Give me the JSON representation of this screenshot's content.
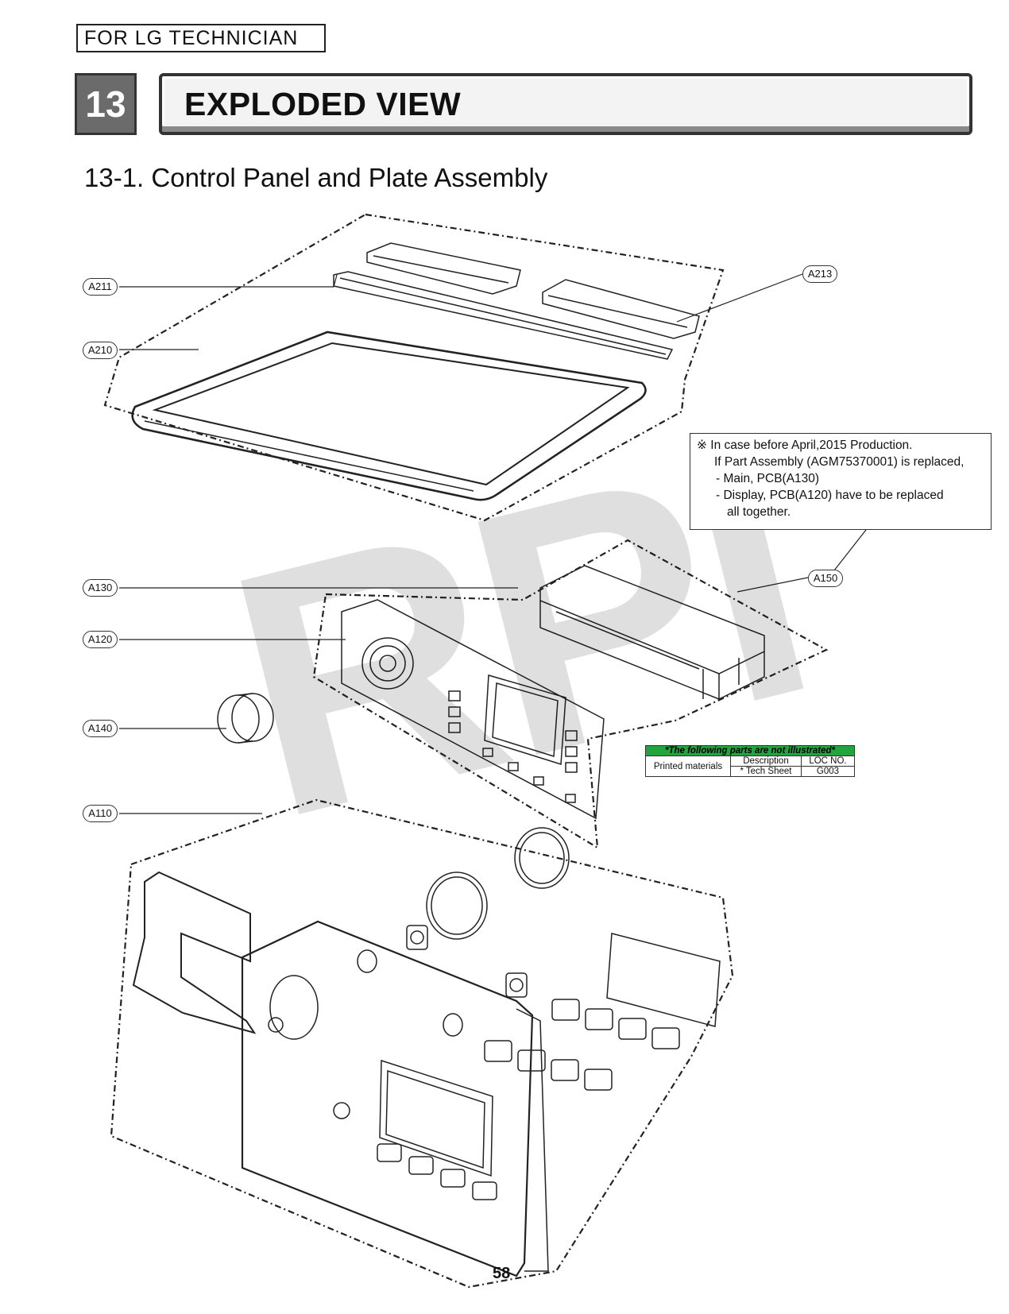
{
  "header": {
    "badge": "FOR LG TECHNICIAN",
    "chapter_number": "13",
    "chapter_title": "EXPLODED VIEW"
  },
  "section_title": "13-1. Control Panel and Plate Assembly",
  "watermark": "RPI",
  "callouts": {
    "a211": "A211",
    "a213": "A213",
    "a210": "A210",
    "a130": "A130",
    "a150": "A150",
    "a120": "A120",
    "a140": "A140",
    "a110": "A110"
  },
  "note": {
    "line1": "※ In case before April,2015 Production.",
    "line2": "If Part Assembly (AGM75370001) is replaced,",
    "line3": "- Main, PCB(A130)",
    "line4": "- Display, PCB(A120) have to be replaced",
    "line5": "all together."
  },
  "not_illustrated_table": {
    "header": "*The following parts are not illustrated*",
    "row_label": "Printed materials",
    "col_description": "Description",
    "col_loc": "LOC NO.",
    "item_description": "* Tech Sheet",
    "item_loc": "G003"
  },
  "page_number": "58"
}
